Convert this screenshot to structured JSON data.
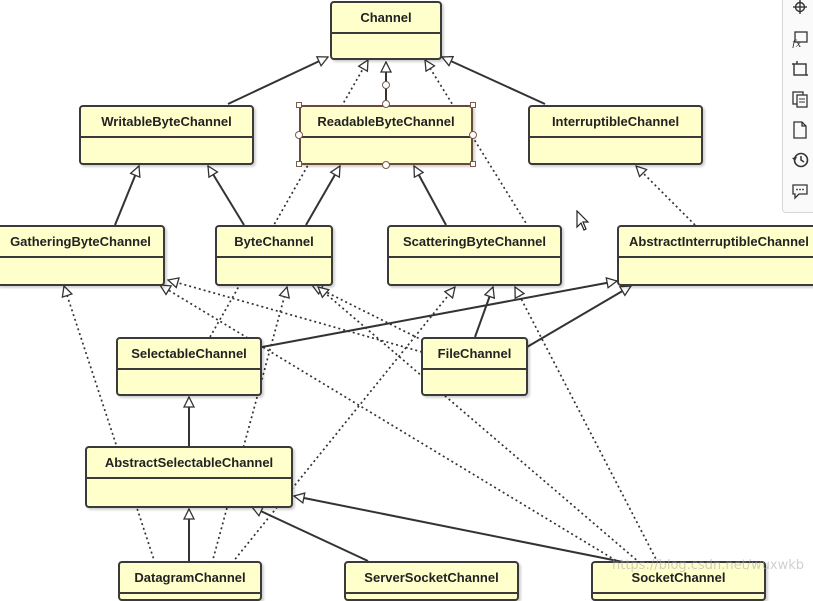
{
  "diagram": {
    "classes": {
      "channel": "Channel",
      "writable_byte_channel": "WritableByteChannel",
      "readable_byte_channel": "ReadableByteChannel",
      "interruptible_channel": "InterruptibleChannel",
      "gathering_byte_channel": "GatheringByteChannel",
      "byte_channel": "ByteChannel",
      "scattering_byte_channel": "ScatteringByteChannel",
      "abstract_interruptible_channel": "AbstractInterruptibleChannel",
      "selectable_channel": "SelectableChannel",
      "file_channel": "FileChannel",
      "abstract_selectable_channel": "AbstractSelectableChannel",
      "datagram_channel": "DatagramChannel",
      "server_socket_channel": "ServerSocketChannel",
      "socket_channel": "SocketChannel"
    },
    "colors": {
      "class_fill": "#ffffcc",
      "class_border": "#3a3a3a",
      "edge": "#333333"
    }
  },
  "toolbar": {
    "icons": [
      "crosshair-icon",
      "formula-icon",
      "crop-icon",
      "copy-icon",
      "document-icon",
      "history-icon",
      "comment-icon"
    ]
  },
  "watermark": "https://blog.csdn.net/wuxwkb"
}
